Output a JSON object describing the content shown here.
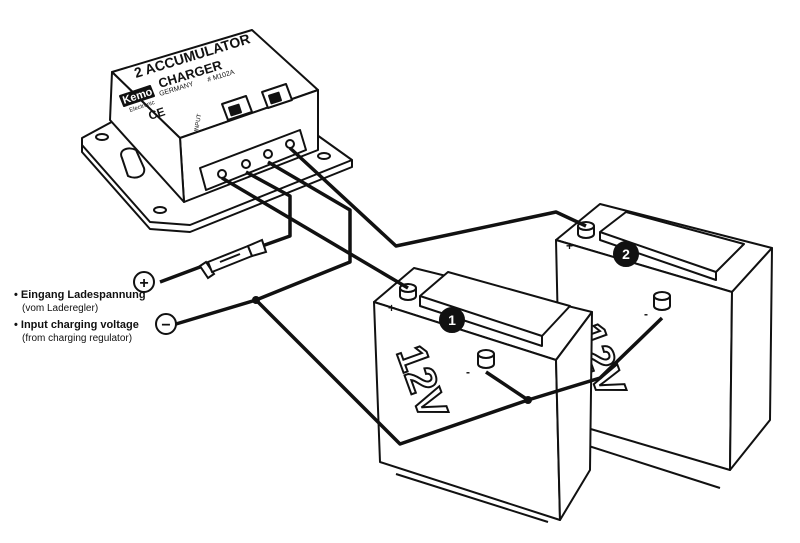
{
  "module": {
    "title_line1": "2 ACCUMULATOR",
    "title_line2": "CHARGER",
    "brand": "Kemo",
    "brand_sub": "Electronic",
    "country": "GERMANY",
    "model": "# M102A",
    "input_label": "INPUT",
    "ce_mark": "CE"
  },
  "legend": {
    "plus_symbol": "+",
    "minus_symbol": "−",
    "de_title": "• Eingang Ladespannung",
    "de_sub": "(vom Laderegler)",
    "en_title": "• Input charging voltage",
    "en_sub": "(from charging regulator)"
  },
  "batteries": [
    {
      "number": "1",
      "voltage": "12V"
    },
    {
      "number": "2",
      "voltage": "12V"
    }
  ],
  "colors": {
    "ink": "#111111",
    "fill_light": "#f2f2f2",
    "fill_mid": "#d8d8d8"
  }
}
